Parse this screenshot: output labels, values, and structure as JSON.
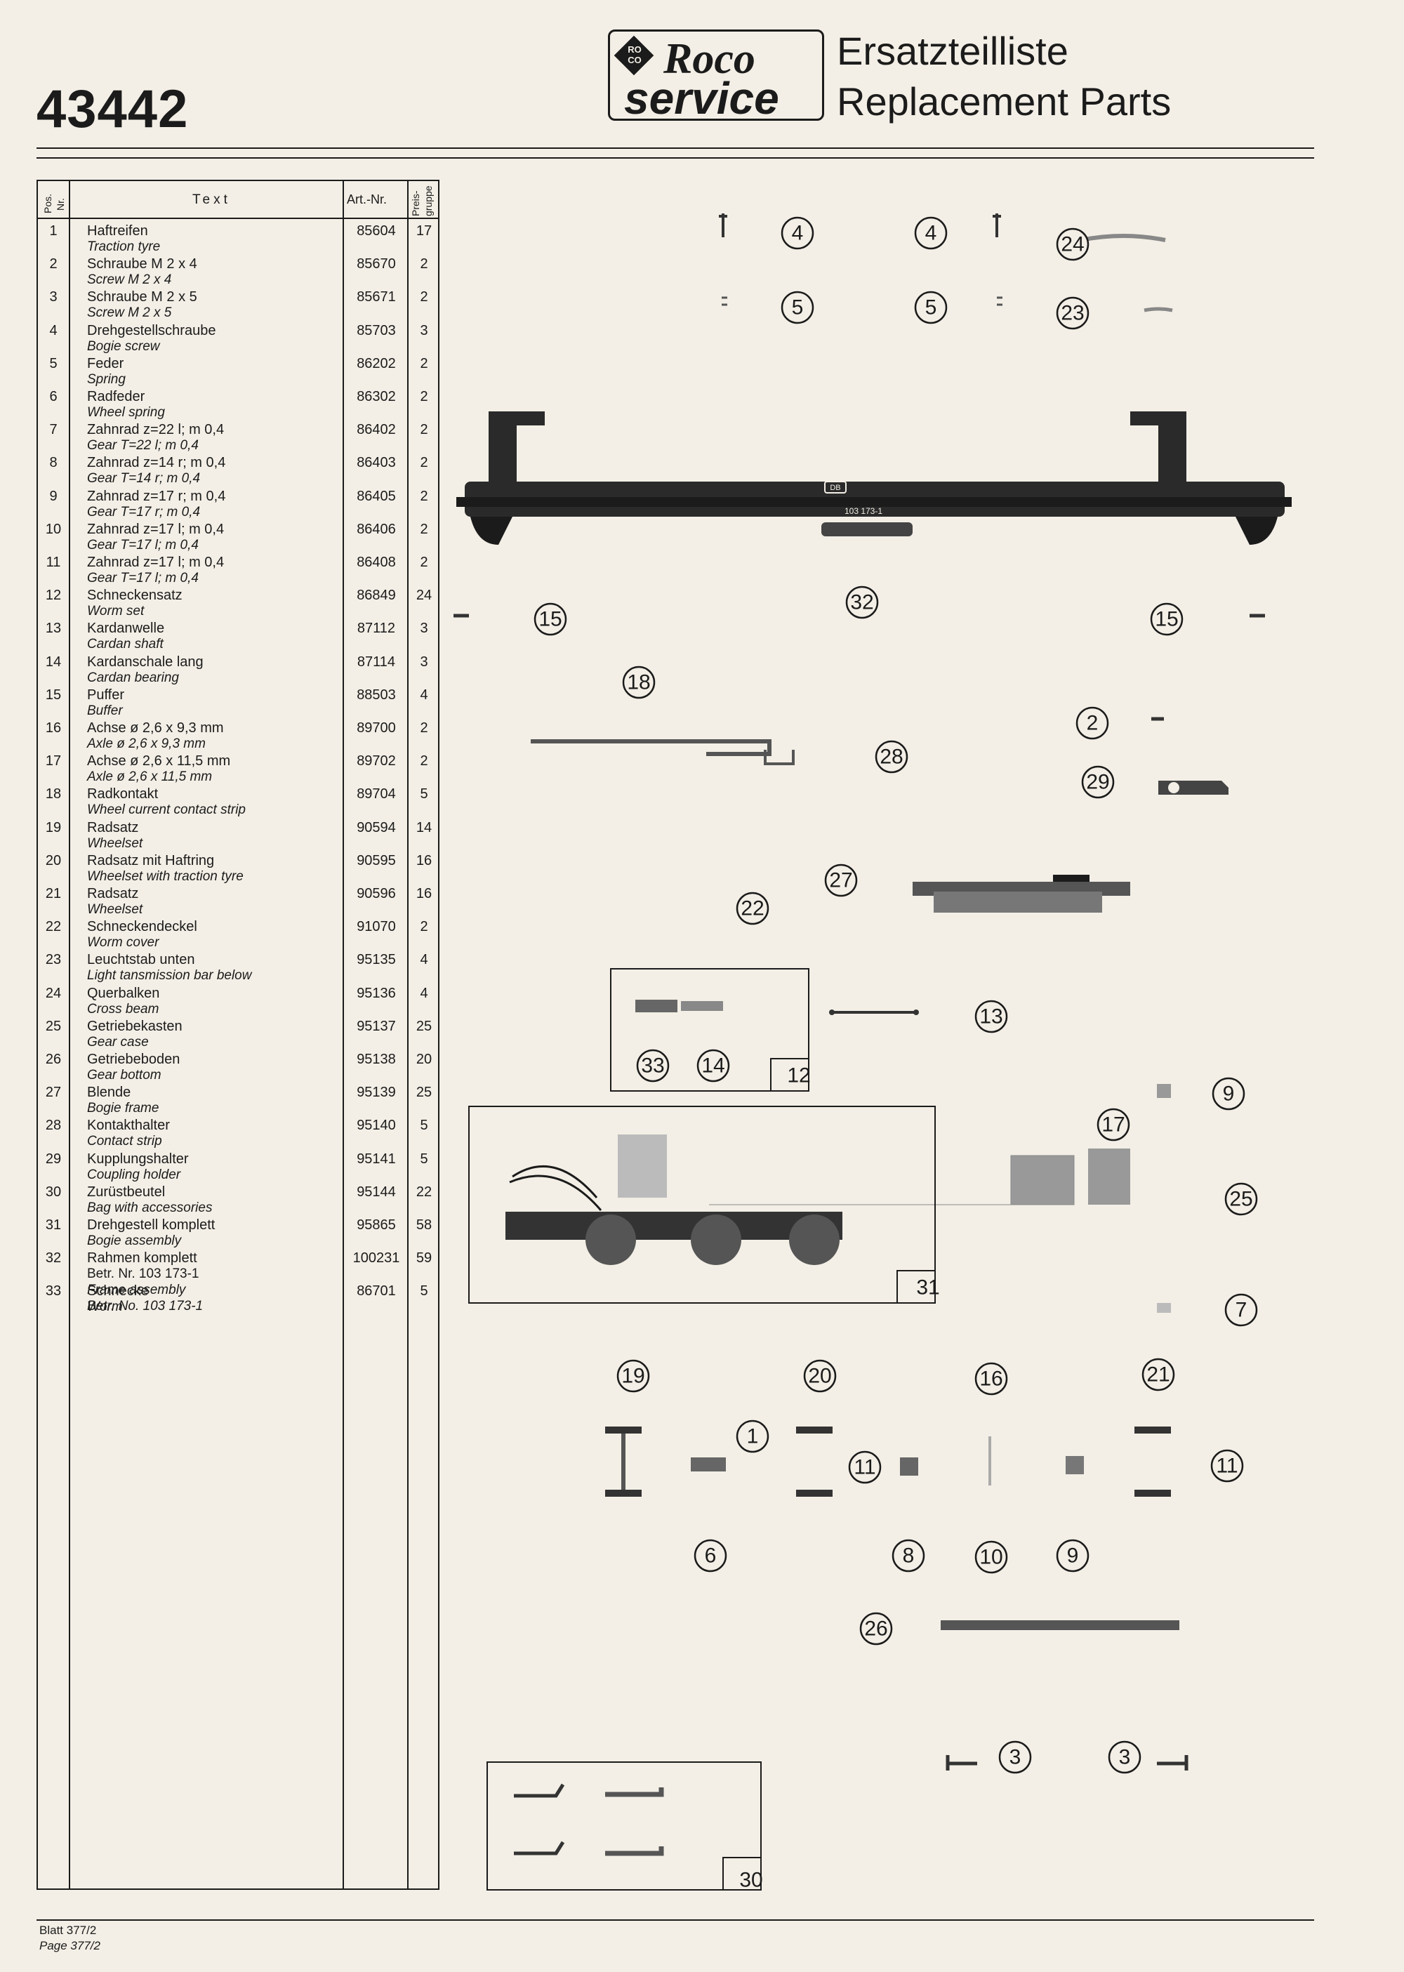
{
  "header": {
    "doc_number": "43442",
    "logo": {
      "brand": "Roco",
      "service": "service",
      "badge_top": "RO",
      "badge_bottom": "CO"
    },
    "title_de": "Ersatzteilliste",
    "title_en": "Replacement Parts"
  },
  "table": {
    "headers": {
      "pos": "Pos.",
      "nr": "Nr.",
      "text": "Text",
      "art": "Art.-Nr.",
      "preis": "Preis-",
      "gruppe": "gruppe"
    },
    "rows": [
      {
        "pos": "1",
        "de": "Haftreifen",
        "en": "Traction tyre",
        "art": "85604",
        "pg": "17"
      },
      {
        "pos": "2",
        "de": "Schraube M 2 x 4",
        "en": "Screw M 2 x 4",
        "art": "85670",
        "pg": "2"
      },
      {
        "pos": "3",
        "de": "Schraube M 2 x 5",
        "en": "Screw M 2 x 5",
        "art": "85671",
        "pg": "2"
      },
      {
        "pos": "4",
        "de": "Drehgestellschraube",
        "en": "Bogie screw",
        "art": "85703",
        "pg": "3"
      },
      {
        "pos": "5",
        "de": "Feder",
        "en": "Spring",
        "art": "86202",
        "pg": "2"
      },
      {
        "pos": "6",
        "de": "Radfeder",
        "en": "Wheel spring",
        "art": "86302",
        "pg": "2"
      },
      {
        "pos": "7",
        "de": "Zahnrad z=22 l; m 0,4",
        "en": "Gear T=22 l; m 0,4",
        "art": "86402",
        "pg": "2"
      },
      {
        "pos": "8",
        "de": "Zahnrad z=14 r; m 0,4",
        "en": "Gear T=14 r; m 0,4",
        "art": "86403",
        "pg": "2"
      },
      {
        "pos": "9",
        "de": "Zahnrad z=17 r; m 0,4",
        "en": "Gear T=17 r; m 0,4",
        "art": "86405",
        "pg": "2"
      },
      {
        "pos": "10",
        "de": "Zahnrad z=17 l; m 0,4",
        "en": "Gear T=17 l; m 0,4",
        "art": "86406",
        "pg": "2"
      },
      {
        "pos": "11",
        "de": "Zahnrad z=17 l; m 0,4",
        "en": "Gear T=17 l; m 0,4",
        "art": "86408",
        "pg": "2"
      },
      {
        "pos": "12",
        "de": "Schneckensatz",
        "en": "Worm set",
        "art": "86849",
        "pg": "24"
      },
      {
        "pos": "13",
        "de": "Kardanwelle",
        "en": "Cardan shaft",
        "art": "87112",
        "pg": "3"
      },
      {
        "pos": "14",
        "de": "Kardanschale lang",
        "en": "Cardan bearing",
        "art": "87114",
        "pg": "3"
      },
      {
        "pos": "15",
        "de": "Puffer",
        "en": "Buffer",
        "art": "88503",
        "pg": "4"
      },
      {
        "pos": "16",
        "de": "Achse ø 2,6 x 9,3 mm",
        "en": "Axle ø 2,6 x 9,3 mm",
        "art": "89700",
        "pg": "2"
      },
      {
        "pos": "17",
        "de": "Achse ø 2,6 x 11,5 mm",
        "en": "Axle ø 2,6 x 11,5 mm",
        "art": "89702",
        "pg": "2"
      },
      {
        "pos": "18",
        "de": "Radkontakt",
        "en": "Wheel current contact strip",
        "art": "89704",
        "pg": "5"
      },
      {
        "pos": "19",
        "de": "Radsatz",
        "en": "Wheelset",
        "art": "90594",
        "pg": "14"
      },
      {
        "pos": "20",
        "de": "Radsatz mit Haftring",
        "en": "Wheelset with traction tyre",
        "art": "90595",
        "pg": "16"
      },
      {
        "pos": "21",
        "de": "Radsatz",
        "en": "Wheelset",
        "art": "90596",
        "pg": "16"
      },
      {
        "pos": "22",
        "de": "Schneckendeckel",
        "en": "Worm cover",
        "art": "91070",
        "pg": "2"
      },
      {
        "pos": "23",
        "de": "Leuchtstab unten",
        "en": "Light tansmission bar below",
        "art": "95135",
        "pg": "4"
      },
      {
        "pos": "24",
        "de": "Querbalken",
        "en": "Cross beam",
        "art": "95136",
        "pg": "4"
      },
      {
        "pos": "25",
        "de": "Getriebekasten",
        "en": "Gear case",
        "art": "95137",
        "pg": "25"
      },
      {
        "pos": "26",
        "de": "Getriebeboden",
        "en": "Gear bottom",
        "art": "95138",
        "pg": "20"
      },
      {
        "pos": "27",
        "de": "Blende",
        "en": "Bogie frame",
        "art": "95139",
        "pg": "25"
      },
      {
        "pos": "28",
        "de": "Kontakthalter",
        "en": "Contact strip",
        "art": "95140",
        "pg": "5"
      },
      {
        "pos": "29",
        "de": "Kupplungshalter",
        "en": "Coupling holder",
        "art": "95141",
        "pg": "5"
      },
      {
        "pos": "30",
        "de": "Zurüstbeutel",
        "en": "Bag with accessories",
        "art": "95144",
        "pg": "22"
      },
      {
        "pos": "31",
        "de": "Drehgestell komplett",
        "en": "Bogie assembly",
        "art": "95865",
        "pg": "58"
      },
      {
        "pos": "32",
        "de": "Rahmen komplett",
        "de2": "Betr. Nr. 103 173-1",
        "en": "Frame assembly",
        "en2": "Betr. No. 103 173-1",
        "art": "100231",
        "pg": "59"
      },
      {
        "pos": "33",
        "de": "Schnecke",
        "en": "Worm",
        "art": "86701",
        "pg": "5"
      }
    ]
  },
  "diagram": {
    "frame_marking": "103 173-1",
    "frame_badge": "DB",
    "callouts": [
      "4",
      "4",
      "24",
      "5",
      "5",
      "23",
      "32",
      "15",
      "15",
      "18",
      "28",
      "2",
      "29",
      "27",
      "22",
      "13",
      "33",
      "14",
      "12",
      "9",
      "17",
      "25",
      "31",
      "7",
      "19",
      "20",
      "16",
      "21",
      "1",
      "11",
      "11",
      "6",
      "8",
      "10",
      "9",
      "26",
      "3",
      "3",
      "30"
    ]
  },
  "footer": {
    "line1": "Blatt 377/2",
    "line2": "Page 377/2"
  }
}
